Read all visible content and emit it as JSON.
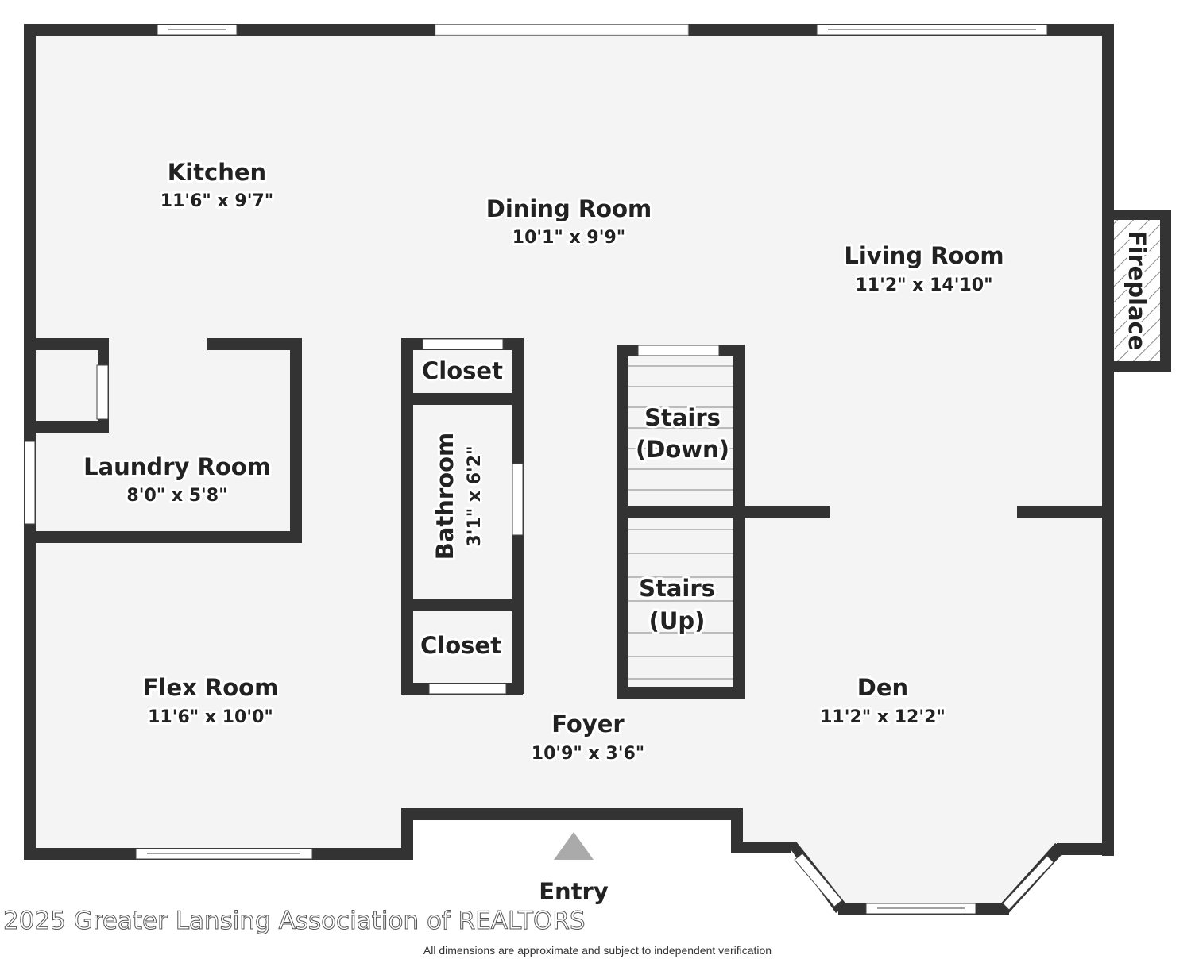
{
  "rooms": {
    "kitchen": {
      "name": "Kitchen",
      "dims": "11'6\" x 9'7\""
    },
    "dining": {
      "name": "Dining Room",
      "dims": "10'1\" x 9'9\""
    },
    "living": {
      "name": "Living Room",
      "dims": "11'2\" x 14'10\""
    },
    "laundry": {
      "name": "Laundry Room",
      "dims": "8'0\" x 5'8\""
    },
    "bathroom": {
      "name": "Bathroom",
      "dims": "3'1\" x 6'2\""
    },
    "closet_top": {
      "name": "Closet"
    },
    "closet_bottom": {
      "name": "Closet"
    },
    "stairs_down": {
      "name_line1": "Stairs",
      "name_line2": "(Down)"
    },
    "stairs_up": {
      "name_line1": "Stairs",
      "name_line2": "(Up)"
    },
    "flex": {
      "name": "Flex Room",
      "dims": "11'6\" x 10'0\""
    },
    "foyer": {
      "name": "Foyer",
      "dims": "10'9\" x 3'6\""
    },
    "den": {
      "name": "Den",
      "dims": "11'2\" x 12'2\""
    }
  },
  "fireplace": {
    "label": "Fireplace"
  },
  "entry": {
    "label": "Entry"
  },
  "watermark": "2025 Greater Lansing Association of REALTORS",
  "disclaimer": "All dimensions are approximate and subject to independent verification",
  "colors": {
    "wall": "#333333",
    "floor": "#f4f4f4",
    "window": "#ffffff",
    "entry_arrow": "#aaaaaa"
  }
}
